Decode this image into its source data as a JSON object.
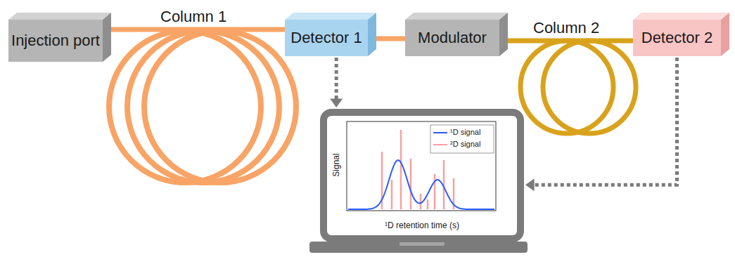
{
  "diagram": {
    "nodes": [
      {
        "text": [
          "Injection port"
        ]
      },
      {
        "text": [
          "Detector 1"
        ]
      },
      {
        "text": [
          "Modulator"
        ]
      },
      {
        "text": [
          "Detector 2"
        ]
      },
      {
        "text": [
          "Signal",
          "¹D retention time (s)"
        ]
      }
    ],
    "edges": [
      {
        "from": 0,
        "to": 1,
        "label": "Column 1",
        "arrow": "none"
      },
      {
        "from": 1,
        "to": 2,
        "arrow": "none"
      },
      {
        "from": 2,
        "to": 3,
        "label": "Column 2",
        "arrow": "none"
      },
      {
        "from": 1,
        "to": 4,
        "arrow": "to"
      },
      {
        "from": 3,
        "to": 4,
        "arrow": "to"
      }
    ],
    "legend": [
      {
        "text": "¹D signal"
      },
      {
        "text": "²D signal"
      }
    ]
  }
}
